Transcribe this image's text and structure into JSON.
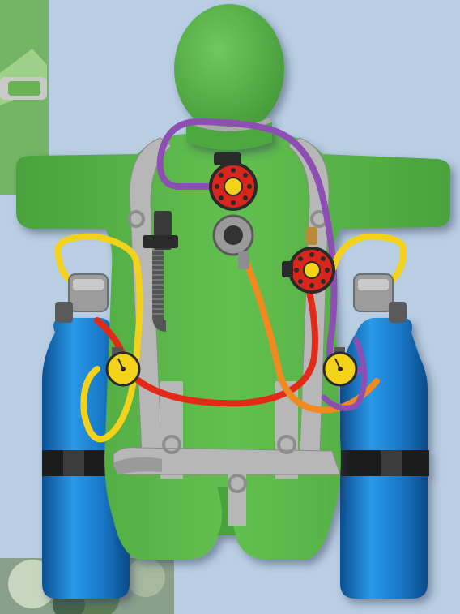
{
  "figure": {
    "subject": "sidemount-scuba-configuration",
    "colors": {
      "background": "#b9cde3",
      "body": "#5bb84a",
      "body_shadow": "#3f8f35",
      "harness": "#b9b9b9",
      "cylinder": "#1a7fd0",
      "cylinder_dark": "#0e5aa0",
      "hose_purple": "#8d4fb4",
      "hose_yellow": "#f2d21b",
      "hose_orange": "#f28a1f",
      "hose_red": "#e12a18",
      "regulator": "#d9261c",
      "gauge": "#f4d21a",
      "band": "#1e1e1e"
    },
    "parts": [
      "diver-body",
      "harness",
      "left-cylinder",
      "right-cylinder",
      "primary-second-stage",
      "backup-second-stage",
      "left-first-stage",
      "right-first-stage",
      "left-pressure-gauge",
      "right-pressure-gauge",
      "inflator-hose",
      "bcd-inflator"
    ]
  }
}
